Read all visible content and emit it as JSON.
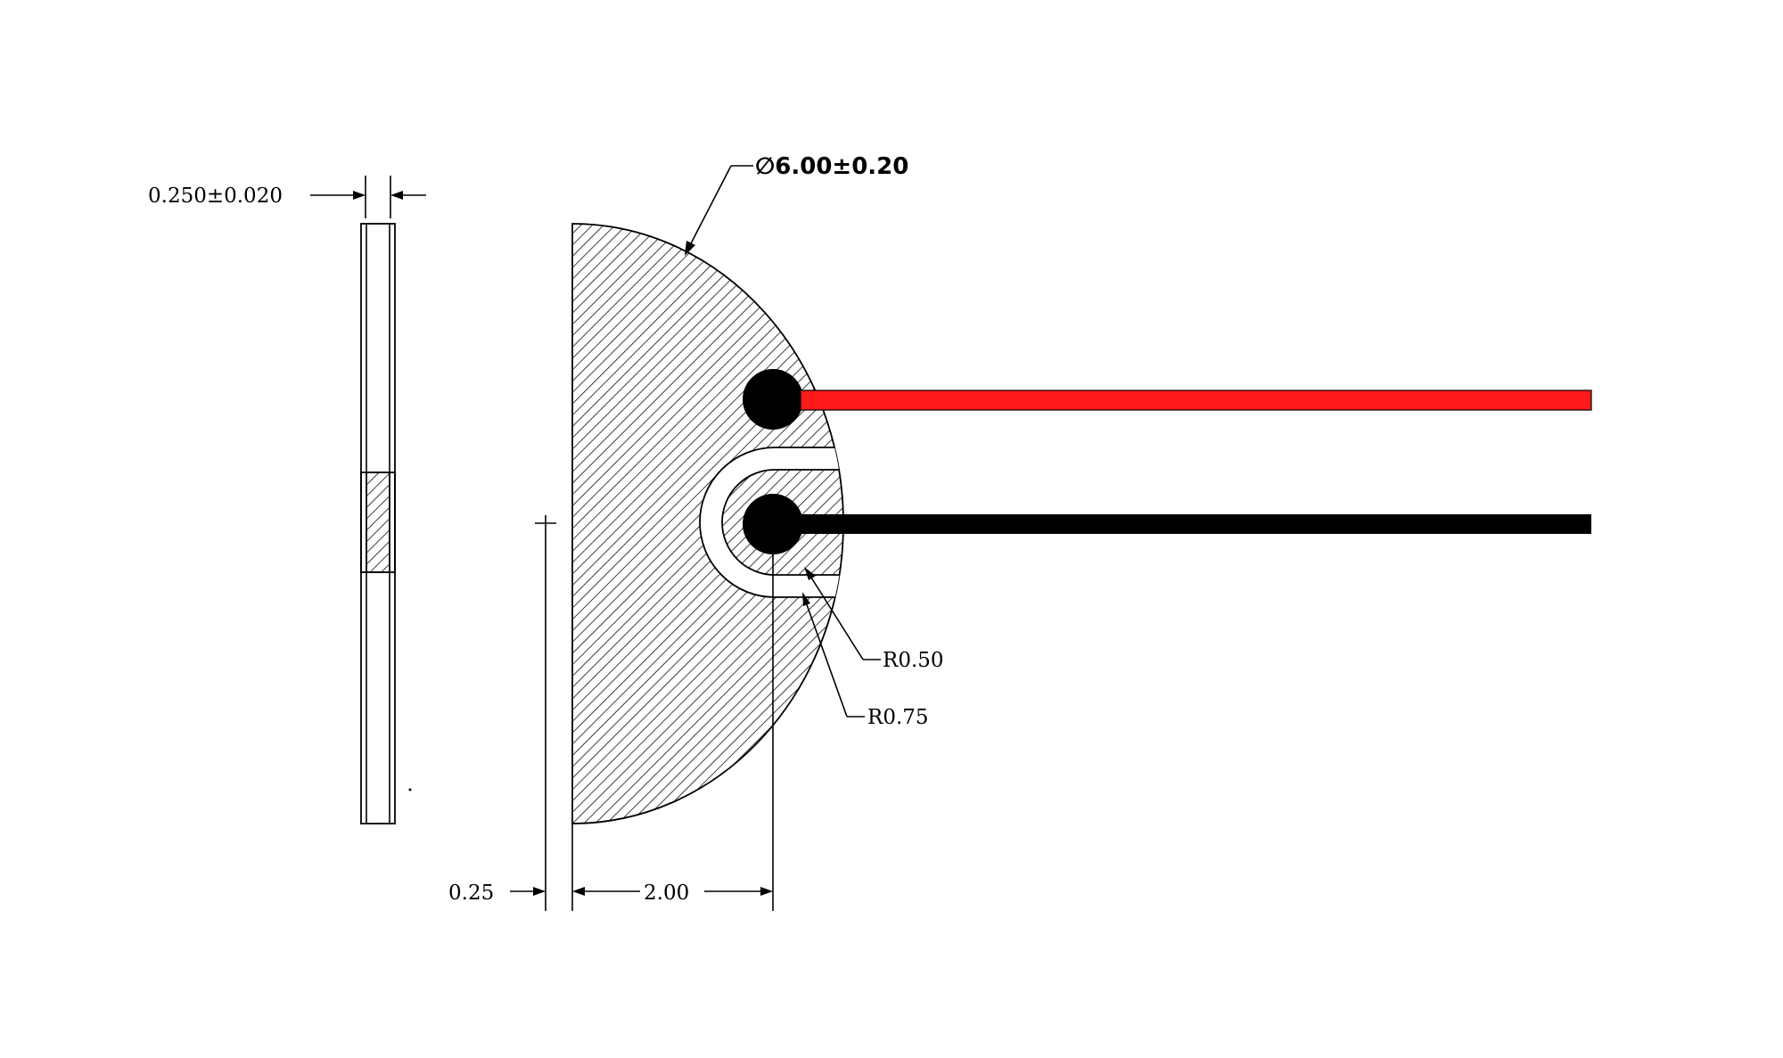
{
  "labels": {
    "thickness": "0.250±0.020",
    "diameter": "∅6.00±0.20",
    "r_inner": "R0.50",
    "r_outer": "R0.75",
    "offset": "0.25",
    "width": "2.00"
  },
  "colors": {
    "positive_wire": "#ff1a1a",
    "negative_wire": "#000000",
    "solder": "#000000",
    "hatch": "#000000",
    "background": "#ffffff"
  }
}
